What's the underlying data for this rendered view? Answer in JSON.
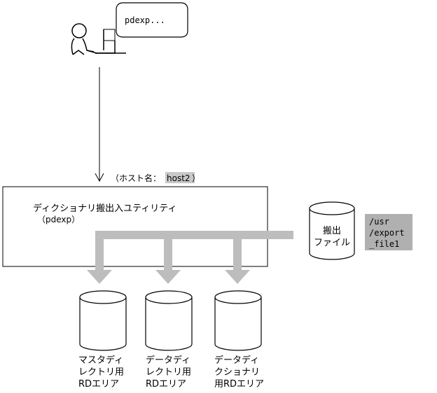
{
  "command": {
    "text": "pdexp..."
  },
  "host": {
    "prefix": "（ホスト名：",
    "name": "host2",
    "suffix": "）"
  },
  "utility": {
    "name": "ディクショナリ搬出入ユティリティ",
    "command": "（pdexp）"
  },
  "export_file": {
    "label_line1": "搬出",
    "label_line2": "ファイル",
    "path_lines": [
      "/usr",
      "/export",
      "_file1"
    ]
  },
  "rd_areas": [
    {
      "lines": [
        "マスタディ",
        "レクトリ用",
        "RDエリア"
      ]
    },
    {
      "lines": [
        "データディ",
        "レクトリ用",
        "RDエリア"
      ]
    },
    {
      "lines": [
        "データディ",
        "クショナリ",
        "用RDエリア"
      ]
    }
  ],
  "colors": {
    "flow_arrow": "#bdbdbd",
    "path_box": "#b0b0b0",
    "host_highlight": "#c8c8c8",
    "line": "#000000"
  }
}
